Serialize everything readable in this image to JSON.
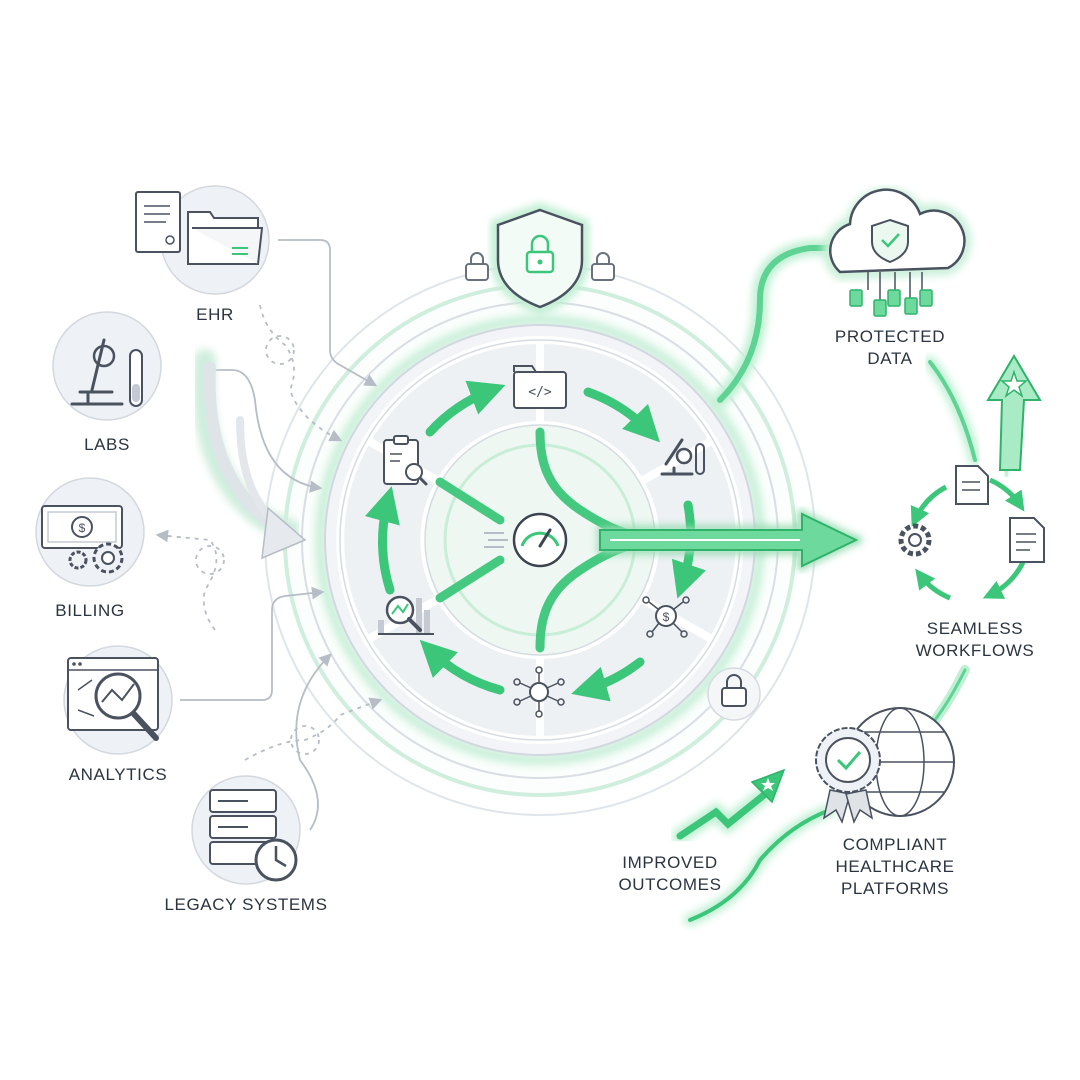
{
  "sources": [
    {
      "id": "ehr",
      "label": "EHR",
      "icon": "folder-documents-icon"
    },
    {
      "id": "labs",
      "label": "LABS",
      "icon": "microscope-icon"
    },
    {
      "id": "billing",
      "label": "BILLING",
      "icon": "money-gears-icon"
    },
    {
      "id": "analytics",
      "label": "ANALYTICS",
      "icon": "magnifier-chart-icon"
    },
    {
      "id": "legacy",
      "label": "LEGACY SYSTEMS",
      "icon": "server-clock-icon"
    }
  ],
  "hub": {
    "segment_icons": [
      "code-folder-icon",
      "microscope-icon",
      "network-coin-icon",
      "network-node-icon",
      "magnifier-chart-icon",
      "clipboard-search-icon"
    ],
    "center_icon": "speedometer-icon",
    "security_icons": [
      "shield-lock-icon",
      "padlock-icon",
      "padlock-icon",
      "padlock-icon"
    ]
  },
  "outputs": {
    "protected_data": {
      "lines": [
        "PROTECTED",
        "DATA"
      ],
      "icon": "cloud-shield-icon"
    },
    "seamless_workflows": {
      "lines": [
        "SEAMLESS",
        "WORKFLOWS"
      ],
      "icon": "cycle-gear-documents-icon"
    },
    "compliant_platforms": {
      "lines": [
        "COMPLIANT",
        "HEALTHCARE",
        "PLATFORMS"
      ],
      "icon": "badge-globe-icon"
    },
    "improved_outcomes": {
      "lines": [
        "IMPROVED",
        "OUTCOMES"
      ],
      "icon": "rising-arrow-star-icon"
    }
  },
  "colors": {
    "accent": "#3cc67a",
    "accent_light": "#bff0d3",
    "line_gray": "#b7bdc6",
    "icon_gray": "#4a5260",
    "circle_fill": "#eef1f5"
  }
}
